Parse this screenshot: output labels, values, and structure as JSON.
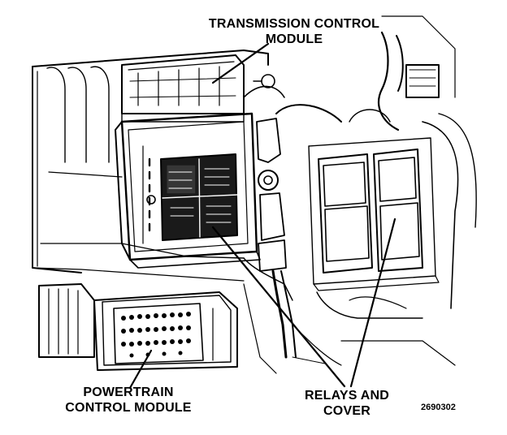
{
  "labels": {
    "tcm": [
      "TRANSMISSION CONTROL",
      "MODULE"
    ],
    "pcm": [
      "POWERTRAIN",
      "CONTROL MODULE"
    ],
    "relays": [
      "RELAYS AND",
      "COVER"
    ]
  },
  "figure_id": "2690302",
  "colors": {
    "ink": "#000000",
    "paper": "#ffffff",
    "shade": "#1a1a1a"
  }
}
